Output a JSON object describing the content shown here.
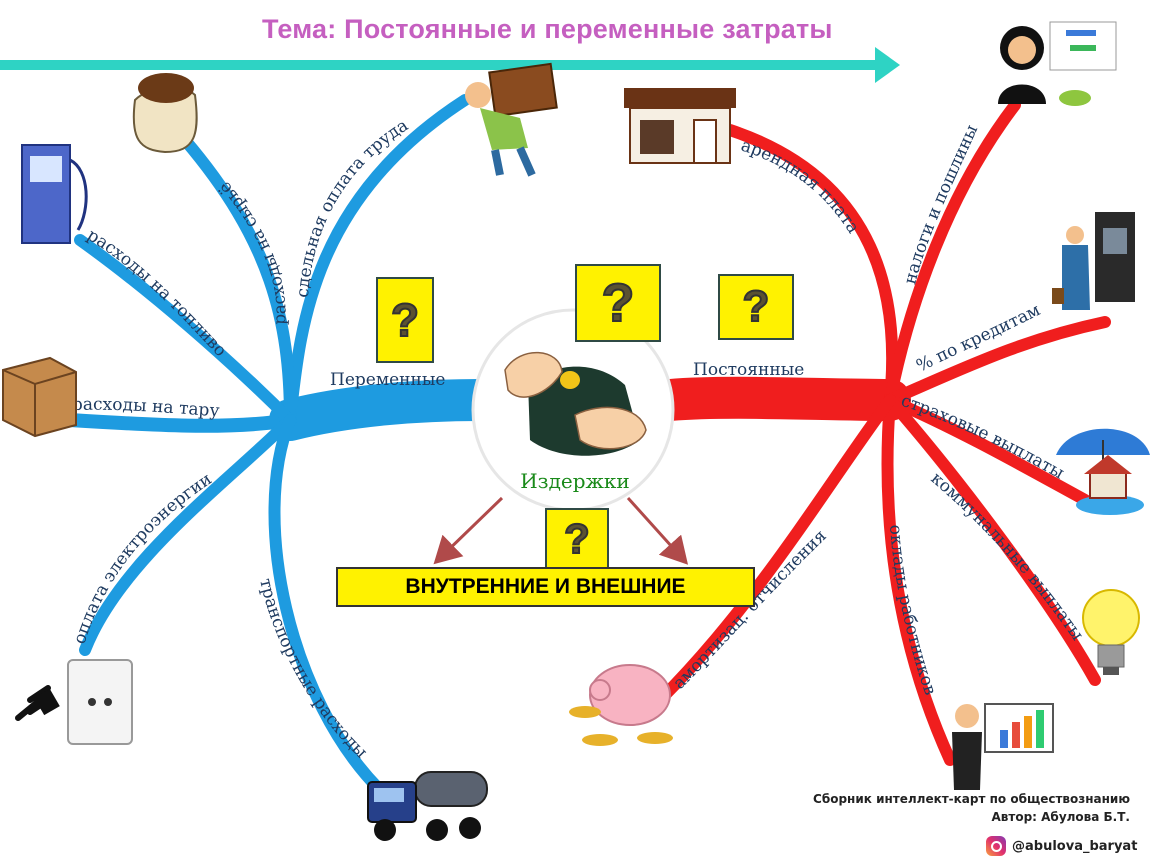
{
  "title": "Тема: Постоянные и переменные затраты",
  "center": {
    "label": "Издержки",
    "icon": "wallet-icon"
  },
  "variable": {
    "label": "Переменные",
    "color": "#1e9be0",
    "branches": [
      {
        "label": "сдельная оплата труда",
        "icon": "worker-carrying-box-icon"
      },
      {
        "label": "расходы на сырьё",
        "icon": "sack-of-beans-icon"
      },
      {
        "label": "расходы на топливо",
        "icon": "fuel-pump-icon"
      },
      {
        "label": "расходы на тару",
        "icon": "cardboard-box-icon"
      },
      {
        "label": "оплата электроэнергии",
        "icon": "power-socket-icon"
      },
      {
        "label": "транспортные расходы",
        "icon": "tanker-truck-icon"
      }
    ]
  },
  "fixed": {
    "label": "Постоянные",
    "color": "#f01e1e",
    "branches": [
      {
        "label": "арендная плата",
        "icon": "coffee-shop-icon"
      },
      {
        "label": "налоги и пошлины",
        "icon": "businesswoman-checklist-icon"
      },
      {
        "label": "% по кредитам",
        "icon": "atm-withdrawal-icon"
      },
      {
        "label": "страховые выплаты",
        "icon": "house-umbrella-icon"
      },
      {
        "label": "коммунальные выплаты",
        "icon": "light-bulb-icon"
      },
      {
        "label": "оклады работников",
        "icon": "presenter-chart-icon"
      },
      {
        "label": "амортизац. отчисления",
        "icon": "piggy-bank-coins-icon"
      }
    ]
  },
  "question_mark": "?",
  "banner": "ВНУТРЕННИЕ И ВНЕШНИЕ",
  "credit": {
    "line1": "Сборник интеллект-карт по обществознанию",
    "line2": "Автор: Абулова Б.Т."
  },
  "instagram": "@abulova_baryat",
  "colors": {
    "title": "#c55fc0",
    "arrow": "#2ed3c4",
    "question_box": "#fff200",
    "down_arrows": "#b04a4a"
  }
}
